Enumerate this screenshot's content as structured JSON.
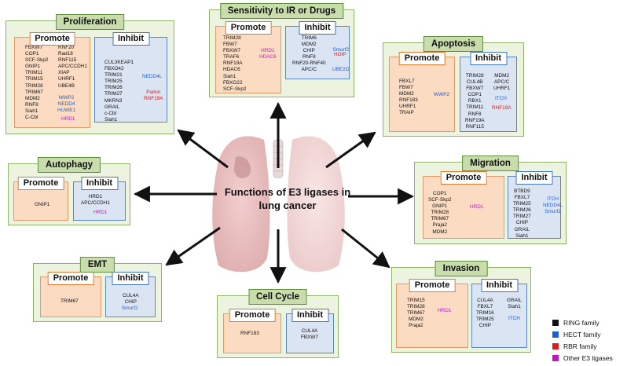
{
  "center_label": "Functions of E3 ligases in lung cancer",
  "colors": {
    "ring": "#111111",
    "hect": "#1f5fd0",
    "rbr": "#dd1c1c",
    "other": "#c018c0",
    "panel_fill": "#ecf3df",
    "promote_fill": "#fbdcc3",
    "inhibit_fill": "#dbe4f3"
  },
  "legend": [
    {
      "label": "RING family",
      "color": "#111111"
    },
    {
      "label": "HECT family",
      "color": "#1f5fd0"
    },
    {
      "label": "RBR family",
      "color": "#dd1c1c"
    },
    {
      "label": "Other E3 ligases",
      "color": "#c018c0"
    }
  ],
  "panels": {
    "proliferation": {
      "title": "Proliferation",
      "promote_label": "Promote",
      "inhibit_label": "Inhibit",
      "promote_ring_1": [
        "FBXW7",
        "COP1",
        "SCF-Skp2",
        "GNIP1",
        "TRIM11",
        "TRIM15",
        "TRIM28",
        "TRIM67",
        "MDM2",
        "RNF8",
        "Siah1",
        "C-Cbl"
      ],
      "promote_ring_2": [
        "RNF20",
        "Rad18",
        "RNF115",
        "APC/CCDH1",
        "XIAP",
        "UHRF1",
        "UBE4B"
      ],
      "promote_hect": [
        "WWP2",
        "NEDD4",
        "HUWE1"
      ],
      "promote_other": [
        "HRD1"
      ],
      "inhibit_ring": [
        "CUL3KEAP1",
        "FBXO42",
        "TRIM21",
        "TRIM25",
        "TRIM26",
        "TRIM27",
        "MKRN3",
        "GRAIL",
        "c-Cbl",
        "Siah1"
      ],
      "inhibit_hect": [
        "NEDD4L"
      ],
      "inhibit_rbr": [
        "Parkin",
        "RNF19A"
      ]
    },
    "sensitivity": {
      "title": "Sensitivity to IR or Drugs",
      "promote_label": "Promote",
      "inhibit_label": "Inhibit",
      "promote_ring": [
        "TRIM28",
        "FBW7",
        "FBXW7",
        "TRAF6",
        "RNF19A",
        "HDAC6",
        "Siah1",
        "FBXO22",
        "SCF-Skp2"
      ],
      "promote_other": [
        "HRD1",
        "HDAC6"
      ],
      "inhibit_ring": [
        "TRIM6",
        "MDM2",
        "CHIP",
        "RNF8",
        "RNF20-RNF40",
        "APC/C"
      ],
      "inhibit_hect": [
        "Smurf2",
        "UBE2O"
      ],
      "inhibit_rbr": [
        "HOIP"
      ]
    },
    "apoptosis": {
      "title": "Apoptosis",
      "promote_label": "Promote",
      "inhibit_label": "Inhibit",
      "promote_ring": [
        "FBXL7",
        "FBW7",
        "MDM2",
        "RNF183",
        "UHRF1",
        "TRAIP"
      ],
      "promote_hect": [
        "WWP2"
      ],
      "inhibit_ring_1": [
        "TRIM28",
        "CUL4B",
        "FBXW7",
        "COP1",
        "RBX1",
        "TRIM11",
        "RNF8",
        "RNF19A",
        "RNF115"
      ],
      "inhibit_ring_2": [
        "MDM2",
        "APC/C",
        "UHRF1"
      ],
      "inhibit_hect": [
        "ITCH"
      ],
      "inhibit_rbr": [
        "RNF19A"
      ]
    },
    "autophagy": {
      "title": "Autophagy",
      "promote_label": "Promote",
      "inhibit_label": "Inhibit",
      "promote_ring": [
        "GNIP1"
      ],
      "inhibit_ring": [
        "HRD1",
        "APC/CCDH1"
      ],
      "inhibit_other": [
        "HRD1"
      ]
    },
    "migration": {
      "title": "Migration",
      "promote_label": "Promote",
      "inhibit_label": "Inhibit",
      "promote_ring": [
        "COP1",
        "SCF-Skp2",
        "GNIP1",
        "TRIM28",
        "TRIM67",
        "Praja2",
        "MDM2"
      ],
      "promote_other": [
        "HRD1"
      ],
      "inhibit_ring": [
        "BTBD9",
        "FBXL7",
        "TRIM25",
        "TRIM26",
        "TRIM27",
        "CHIP",
        "GRAIL",
        "Siah1"
      ],
      "inhibit_hect": [
        "ITCH",
        "NEDD4L",
        "Smurf2"
      ]
    },
    "emt": {
      "title": "EMT",
      "promote_label": "Promote",
      "inhibit_label": "Inhibit",
      "promote_ring": [
        "TRIM67"
      ],
      "inhibit_ring": [
        "CUL4A",
        "CHIP"
      ],
      "inhibit_hect": [
        "Smurf2"
      ]
    },
    "cell_cycle": {
      "title": "Cell Cycle",
      "promote_label": "Promote",
      "inhibit_label": "Inhibit",
      "promote_ring": [
        "RNF183"
      ],
      "inhibit_ring": [
        "CUL4A",
        "FBXW7"
      ]
    },
    "invasion": {
      "title": "Invasion",
      "promote_label": "Promote",
      "inhibit_label": "Inhibit",
      "promote_ring": [
        "TRIM15",
        "TRIM28",
        "TRIM67",
        "MDM2",
        "Praja2"
      ],
      "promote_other": [
        "HRD1"
      ],
      "inhibit_ring_1": [
        "CUL4A",
        "FBXL7",
        "TRIM16",
        "TRIM25",
        "CHIP"
      ],
      "inhibit_ring_2": [
        "GRAIL",
        "Siah1"
      ],
      "inhibit_hect": [
        "ITCH"
      ]
    }
  }
}
